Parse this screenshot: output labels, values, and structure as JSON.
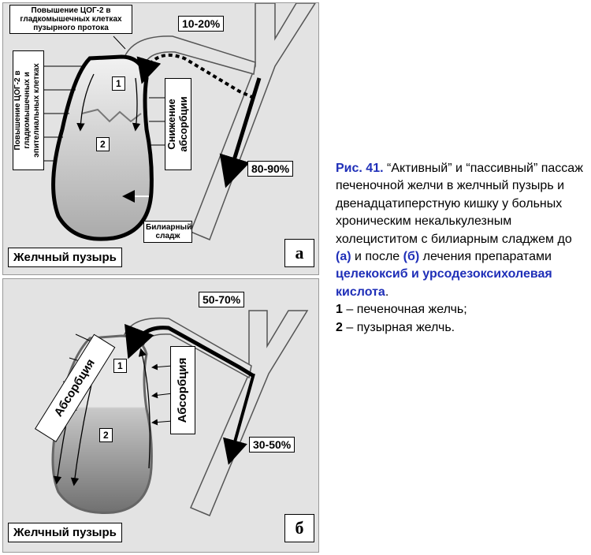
{
  "panel_a": {
    "top_label": "Повышение ЦОГ-2 в гладкомышечных клетках пузырного протока",
    "side_label": "Повышение ЦОГ-2 в гладкомышечных и эпителиальных клетках",
    "absorption_label": "Снижение абсорбции",
    "pct_in": "10-20%",
    "pct_out": "80-90%",
    "zone_1": "1",
    "zone_2": "2",
    "sludge_label": "Билиарный сладж",
    "organ_label": "Желчный пузырь",
    "letter": "а"
  },
  "panel_b": {
    "pct_in": "50-70%",
    "pct_out": "30-50%",
    "absorption_left": "Абсорбция",
    "absorption_right": "Абсорбция",
    "zone_1": "1",
    "zone_2": "2",
    "organ_label": "Желчный пузырь",
    "letter": "б"
  },
  "caption": {
    "fig": "Рис. 41.",
    "t1": " “Активный” и “пассивный” пассаж печеночной желчи в желчный пузырь и двенадцатиперстную кишку у больных хроническим некалькулезным холециститом с билиарным сладжем до ",
    "a": "(а)",
    "t2": " и после ",
    "b": "(б)",
    "t3": " лечения препаратами ",
    "drugs": "целекоксиб и урсодезоксихолевая кислота",
    "t4": ".",
    "n1": "1",
    "d1": " – печеночная желчь;",
    "n2": "2",
    "d2": " – пузырная желчь."
  }
}
